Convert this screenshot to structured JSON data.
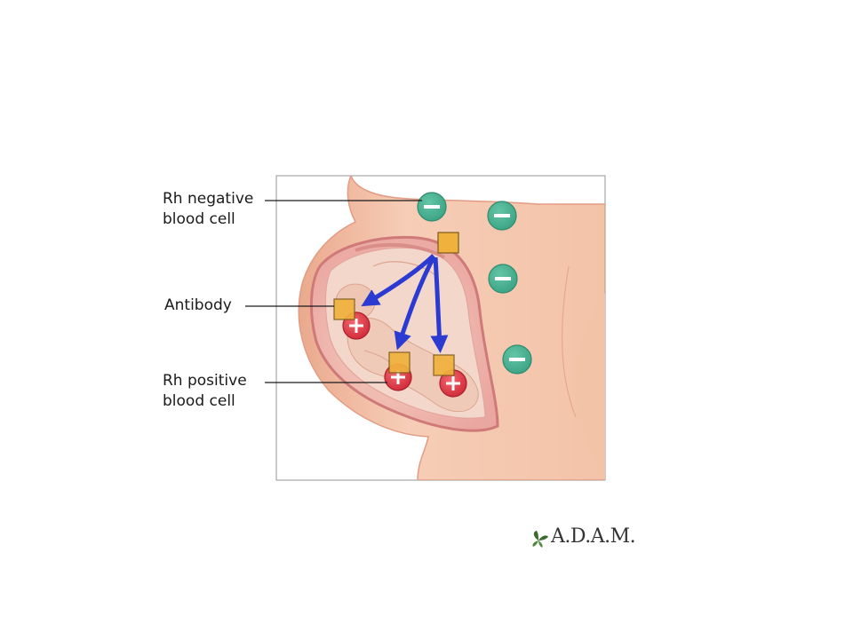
{
  "labels": {
    "rh_negative": [
      "Rh negative",
      "blood cell"
    ],
    "antibody": "Antibody",
    "rh_positive": [
      "Rh positive",
      "blood cell"
    ]
  },
  "logo": "A.D.A.M.",
  "colors": {
    "rh_negative_cell": "#4ab394",
    "rh_positive_cell": "#e53947",
    "antibody": "#f0b23d",
    "arrow": "#2b3ad0",
    "skin": "#f4c3a9",
    "uterus": "#e48f8c"
  }
}
